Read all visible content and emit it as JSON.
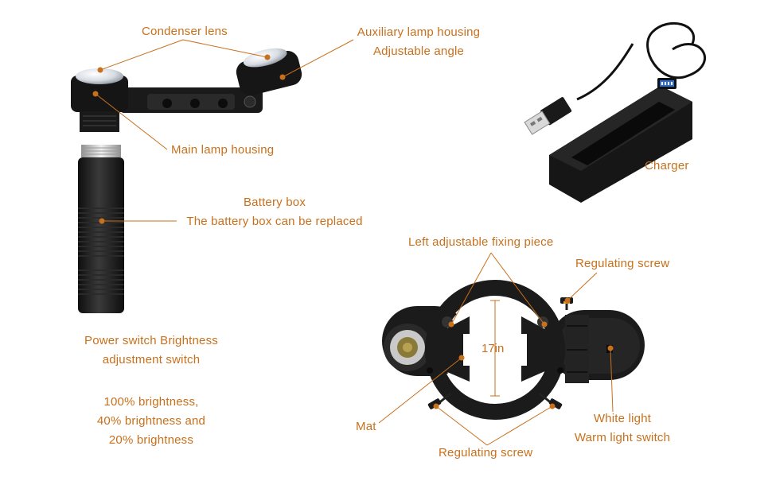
{
  "labels": {
    "condenser_lens": "Condenser lens",
    "aux_housing_line1": "Auxiliary lamp housing",
    "aux_housing_line2": "Adjustable angle",
    "main_housing": "Main lamp housing",
    "charger": "Charger",
    "battery_line1": "Battery box",
    "battery_line2": "The battery box can be replaced",
    "power_line1": "Power switch Brightness",
    "power_line2": "adjustment switch",
    "bright_line1": "100% brightness,",
    "bright_line2": "40% brightness and",
    "bright_line3": "20% brightness",
    "left_fixing": "Left adjustable fixing piece",
    "regulating_screw_top": "Regulating screw",
    "dimension": "17in",
    "mat": "Mat",
    "white_line1": "White light",
    "white_line2": "Warm light switch",
    "regulating_screw_bottom": "Regulating screw"
  },
  "colors": {
    "label": "#c8701c",
    "product": "#1a1a1a",
    "highlight": "#3a3a3a",
    "charger_display": "#2a6fd6"
  }
}
